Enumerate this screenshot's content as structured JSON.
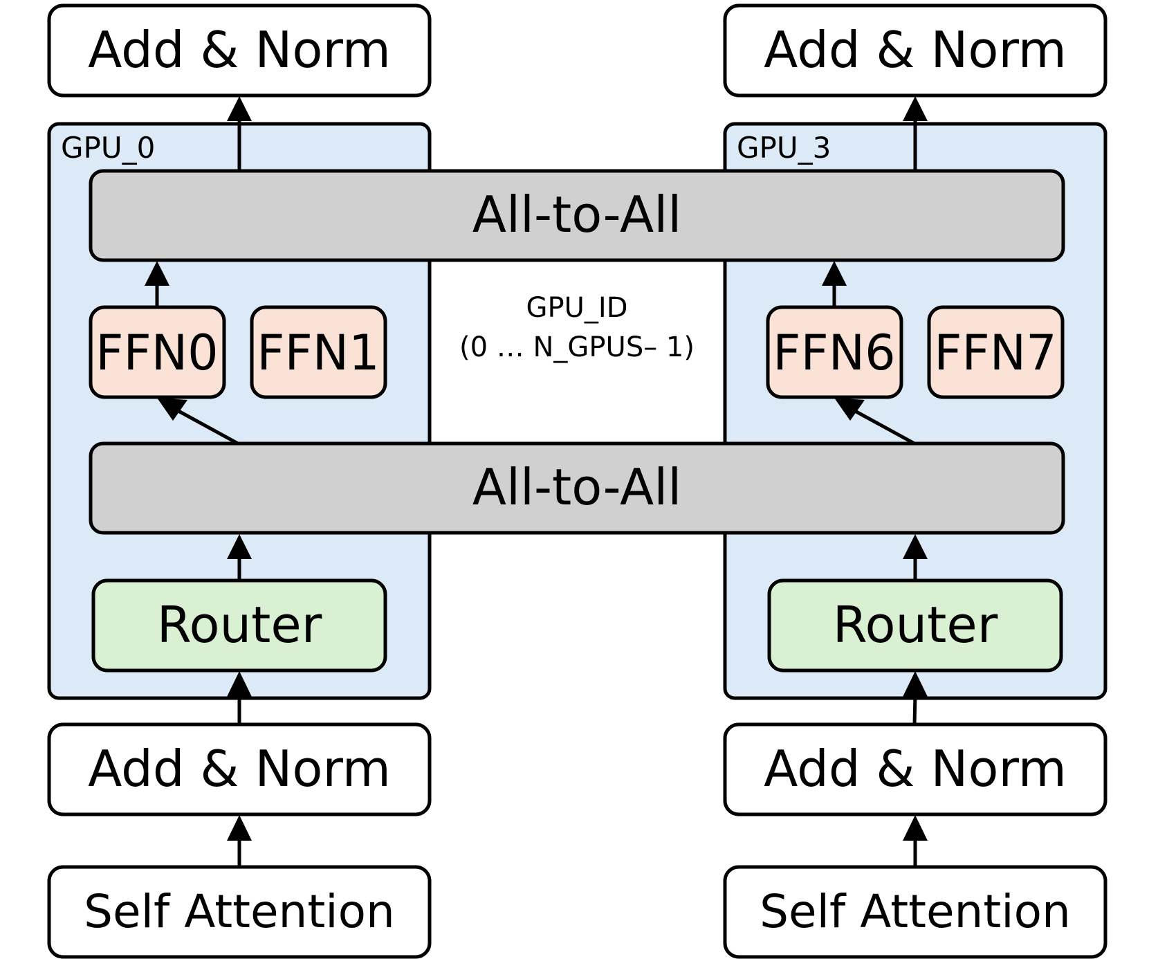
{
  "gpu_left": {
    "label": "GPU_0"
  },
  "gpu_right": {
    "label": "GPU_3"
  },
  "middle_note": {
    "line1": "GPU_ID",
    "line2": "(0 … N_GPUS– 1)"
  },
  "all_to_all_top": {
    "label": "All-to-All"
  },
  "all_to_all_bottom": {
    "label": "All-to-All"
  },
  "left": {
    "add_norm_top": "Add & Norm",
    "ffn_a": "FFN0",
    "ffn_b": "FFN1",
    "router": "Router",
    "add_norm_bottom": "Add & Norm",
    "self_attention": "Self Attention"
  },
  "right": {
    "add_norm_top": "Add & Norm",
    "ffn_a": "FFN6",
    "ffn_b": "FFN7",
    "router": "Router",
    "add_norm_bottom": "Add & Norm",
    "self_attention": "Self Attention"
  },
  "colors": {
    "gpu_fill": "#dce9f6",
    "all_to_all_fill": "#d0d0d0",
    "ffn_fill": "#fbe2d6",
    "router_fill": "#d9f1d2",
    "block_fill": "#ffffff"
  }
}
